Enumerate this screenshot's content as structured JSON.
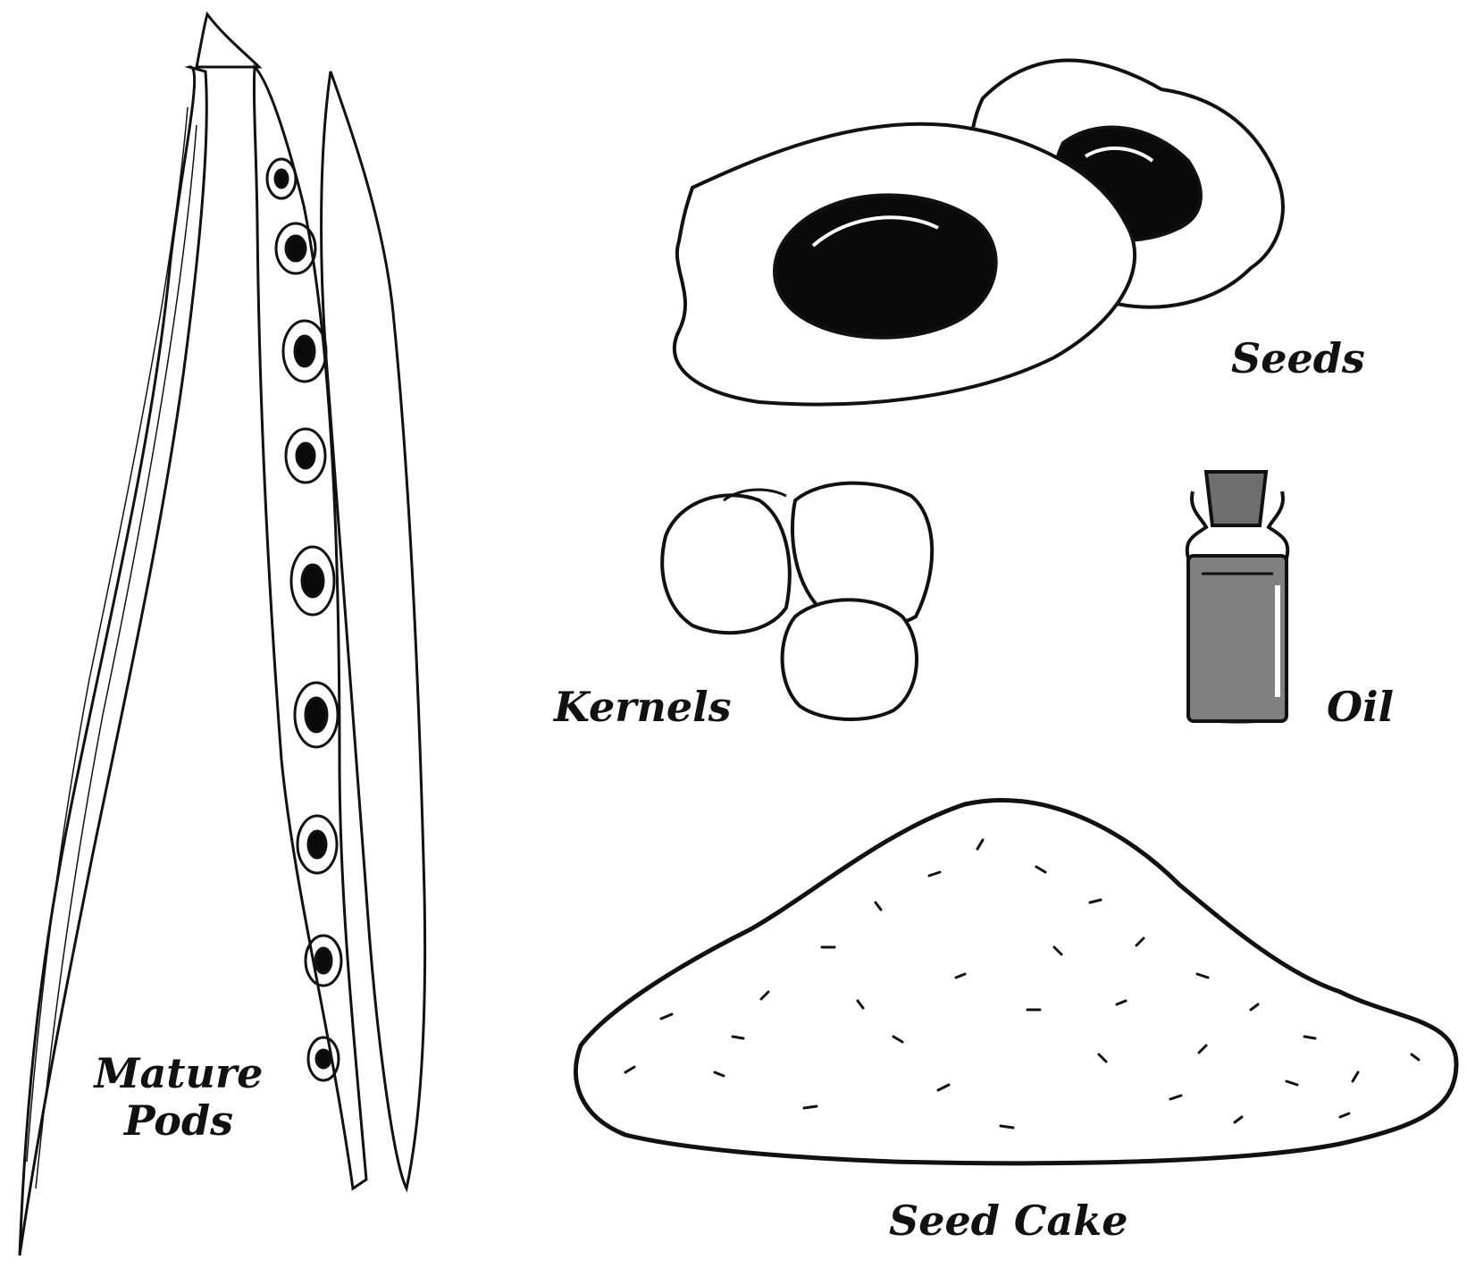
{
  "figure": {
    "labels": {
      "pods_line1": "Mature",
      "pods_line2": "Pods",
      "seeds": "Seeds",
      "kernels": "Kernels",
      "oil": "Oil",
      "seed_cake": "Seed Cake"
    },
    "colors": {
      "ink": "#111111",
      "oil_fill": "#808080",
      "cork_fill": "#6e6e6e",
      "seed_core": "#0a0a0a",
      "background": "#ffffff"
    }
  }
}
